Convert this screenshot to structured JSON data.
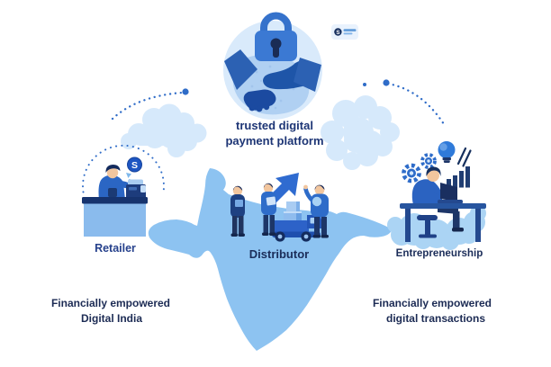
{
  "illustration": {
    "hero": {
      "caption_line1": "trusted digital",
      "caption_line2": "payment platform"
    },
    "labels": {
      "retailer": "Retailer",
      "distributor": "Distributor",
      "entrepreneurship": "Entrepreneurship"
    },
    "taglines": {
      "left_line1": "Financially empowered",
      "left_line2": "Digital India",
      "right_line1": "Financially empowered",
      "right_line2": "digital transactions"
    },
    "coin_symbol": "S",
    "card_symbol": "S"
  },
  "colors": {
    "background": "#ffffff",
    "map_fill": "#8dc3f1",
    "cloud_fill": "#d6e9fb",
    "hero_circle": "#d9eafb",
    "padlock_body": "#3b79d3",
    "keyhole": "#1a2c55",
    "dark_navy": "#16305e",
    "accent_blue": "#2e6cc9",
    "dot_blue": "#2f6cc8",
    "caption_text": "#1d3575",
    "retailer_text": "#26418c",
    "label_text": "#1b2d59",
    "tagline_text": "#1c2b54"
  }
}
